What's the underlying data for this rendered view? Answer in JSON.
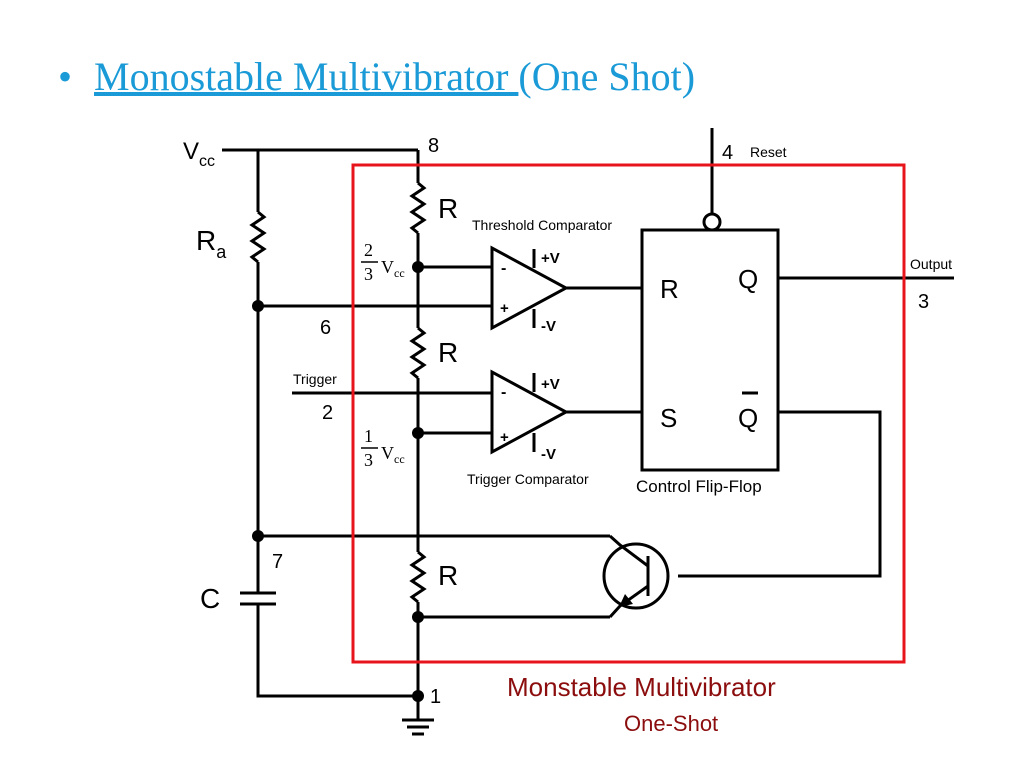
{
  "slide": {
    "bullet": "•",
    "title_link": "Monostable Multivibrator ",
    "title_rest": "(One Shot)"
  },
  "diagram": {
    "vcc_main": "V",
    "vcc_sub": "cc",
    "ra_main": "R",
    "ra_sub": "a",
    "cap_label": "C",
    "pin8": "8",
    "pin6": "6",
    "pin2": "2",
    "pin7": "7",
    "pin1": "1",
    "pin4": "4",
    "pin3": "3",
    "reset_label": "Reset",
    "output_label": "Output",
    "trigger_label": "Trigger",
    "resistor_label": "R",
    "threshold_comparator": "Threshold Comparator",
    "trigger_comparator": "Trigger Comparator",
    "two_thirds_num": "2",
    "two_thirds_den": "3",
    "one_third_num": "1",
    "one_third_den": "3",
    "frac_vcc_main": "V",
    "frac_vcc_sub": "cc",
    "opamp_minus": "-",
    "opamp_plus": "+",
    "supply_pos": "+V",
    "supply_neg": "-V",
    "ff_r": "R",
    "ff_s": "S",
    "ff_q": "Q",
    "ff_qbar": "Q",
    "flipflop_label": "Control Flip-Flop",
    "chip_title": "Monstable Multivibrator",
    "chip_subtitle": "One-Shot",
    "chip_color": "#e8141b",
    "caption_color": "#8b0d0d",
    "accent_color": "#1a9ad6"
  }
}
